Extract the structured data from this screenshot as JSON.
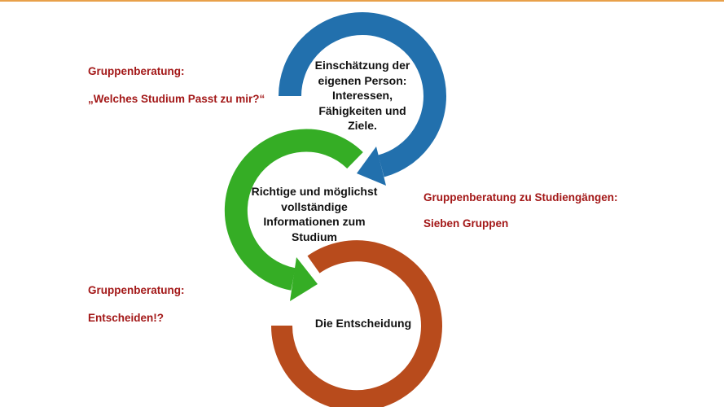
{
  "colors": {
    "accent_line": "#e8a04a",
    "label": "#a31818",
    "blue": "#2270ad",
    "green": "#35ad25",
    "orange": "#b84b1c"
  },
  "steps": [
    {
      "lines": [
        "Einschätzung der",
        "eigenen Person:",
        "Interessen,",
        "Fähigkeiten und",
        "Ziele."
      ]
    },
    {
      "lines": [
        "Richtige und möglichst",
        "vollständige",
        "Informationen zum",
        "Studium"
      ]
    },
    {
      "lines": [
        "Die Entscheidung"
      ]
    }
  ],
  "labels": [
    {
      "title": "Gruppenberatung:",
      "subtitle": "„Welches Studium Passt zu mir?“"
    },
    {
      "title": "Gruppenberatung zu Studiengängen:",
      "subtitle": "Sieben Gruppen"
    },
    {
      "title": "Gruppenberatung:",
      "subtitle": "Entscheiden!?"
    }
  ]
}
